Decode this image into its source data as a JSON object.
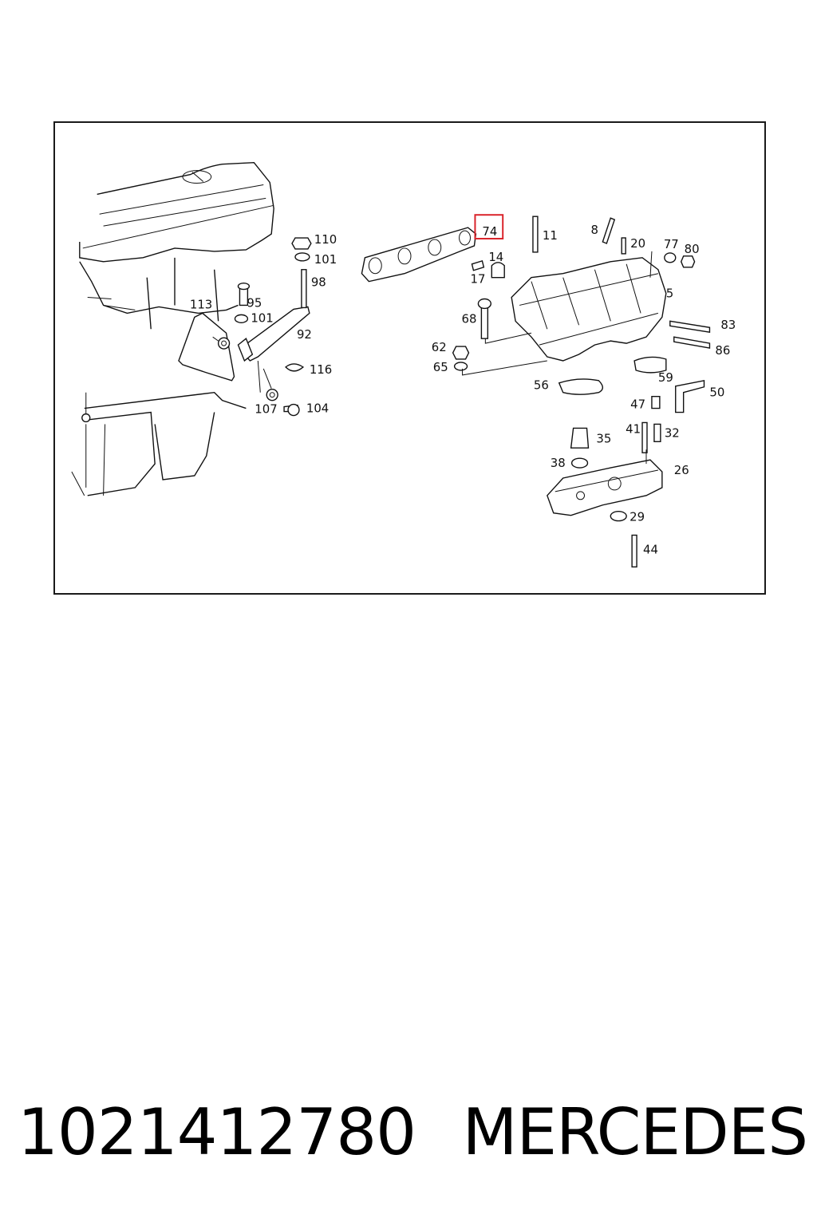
{
  "diagram": {
    "callouts": [
      {
        "id": "c74",
        "text": "74"
      },
      {
        "id": "c11",
        "text": "11"
      },
      {
        "id": "c8",
        "text": "8"
      },
      {
        "id": "c20",
        "text": "20"
      },
      {
        "id": "c77",
        "text": "77"
      },
      {
        "id": "c80",
        "text": "80"
      },
      {
        "id": "c14",
        "text": "14"
      },
      {
        "id": "c17",
        "text": "17"
      },
      {
        "id": "c5",
        "text": "5"
      },
      {
        "id": "c68",
        "text": "68"
      },
      {
        "id": "c83",
        "text": "83"
      },
      {
        "id": "c86",
        "text": "86"
      },
      {
        "id": "c62",
        "text": "62"
      },
      {
        "id": "c65",
        "text": "65"
      },
      {
        "id": "c59",
        "text": "59"
      },
      {
        "id": "c56",
        "text": "56"
      },
      {
        "id": "c47",
        "text": "47"
      },
      {
        "id": "c50",
        "text": "50"
      },
      {
        "id": "c41",
        "text": "41"
      },
      {
        "id": "c32",
        "text": "32"
      },
      {
        "id": "c35",
        "text": "35"
      },
      {
        "id": "c38",
        "text": "38"
      },
      {
        "id": "c26",
        "text": "26"
      },
      {
        "id": "c29",
        "text": "29"
      },
      {
        "id": "c44",
        "text": "44"
      },
      {
        "id": "c110",
        "text": "110"
      },
      {
        "id": "c101a",
        "text": "101"
      },
      {
        "id": "c98",
        "text": "98"
      },
      {
        "id": "c95",
        "text": "95"
      },
      {
        "id": "c101b",
        "text": "101"
      },
      {
        "id": "c113",
        "text": "113"
      },
      {
        "id": "c92",
        "text": "92"
      },
      {
        "id": "c116",
        "text": "116"
      },
      {
        "id": "c107",
        "text": "107"
      },
      {
        "id": "c104",
        "text": "104"
      }
    ],
    "highlighted_callout": "74",
    "highlight_color": "#d9232a"
  },
  "caption": {
    "part_number": "1021412780",
    "brand": "MERCEDES"
  }
}
